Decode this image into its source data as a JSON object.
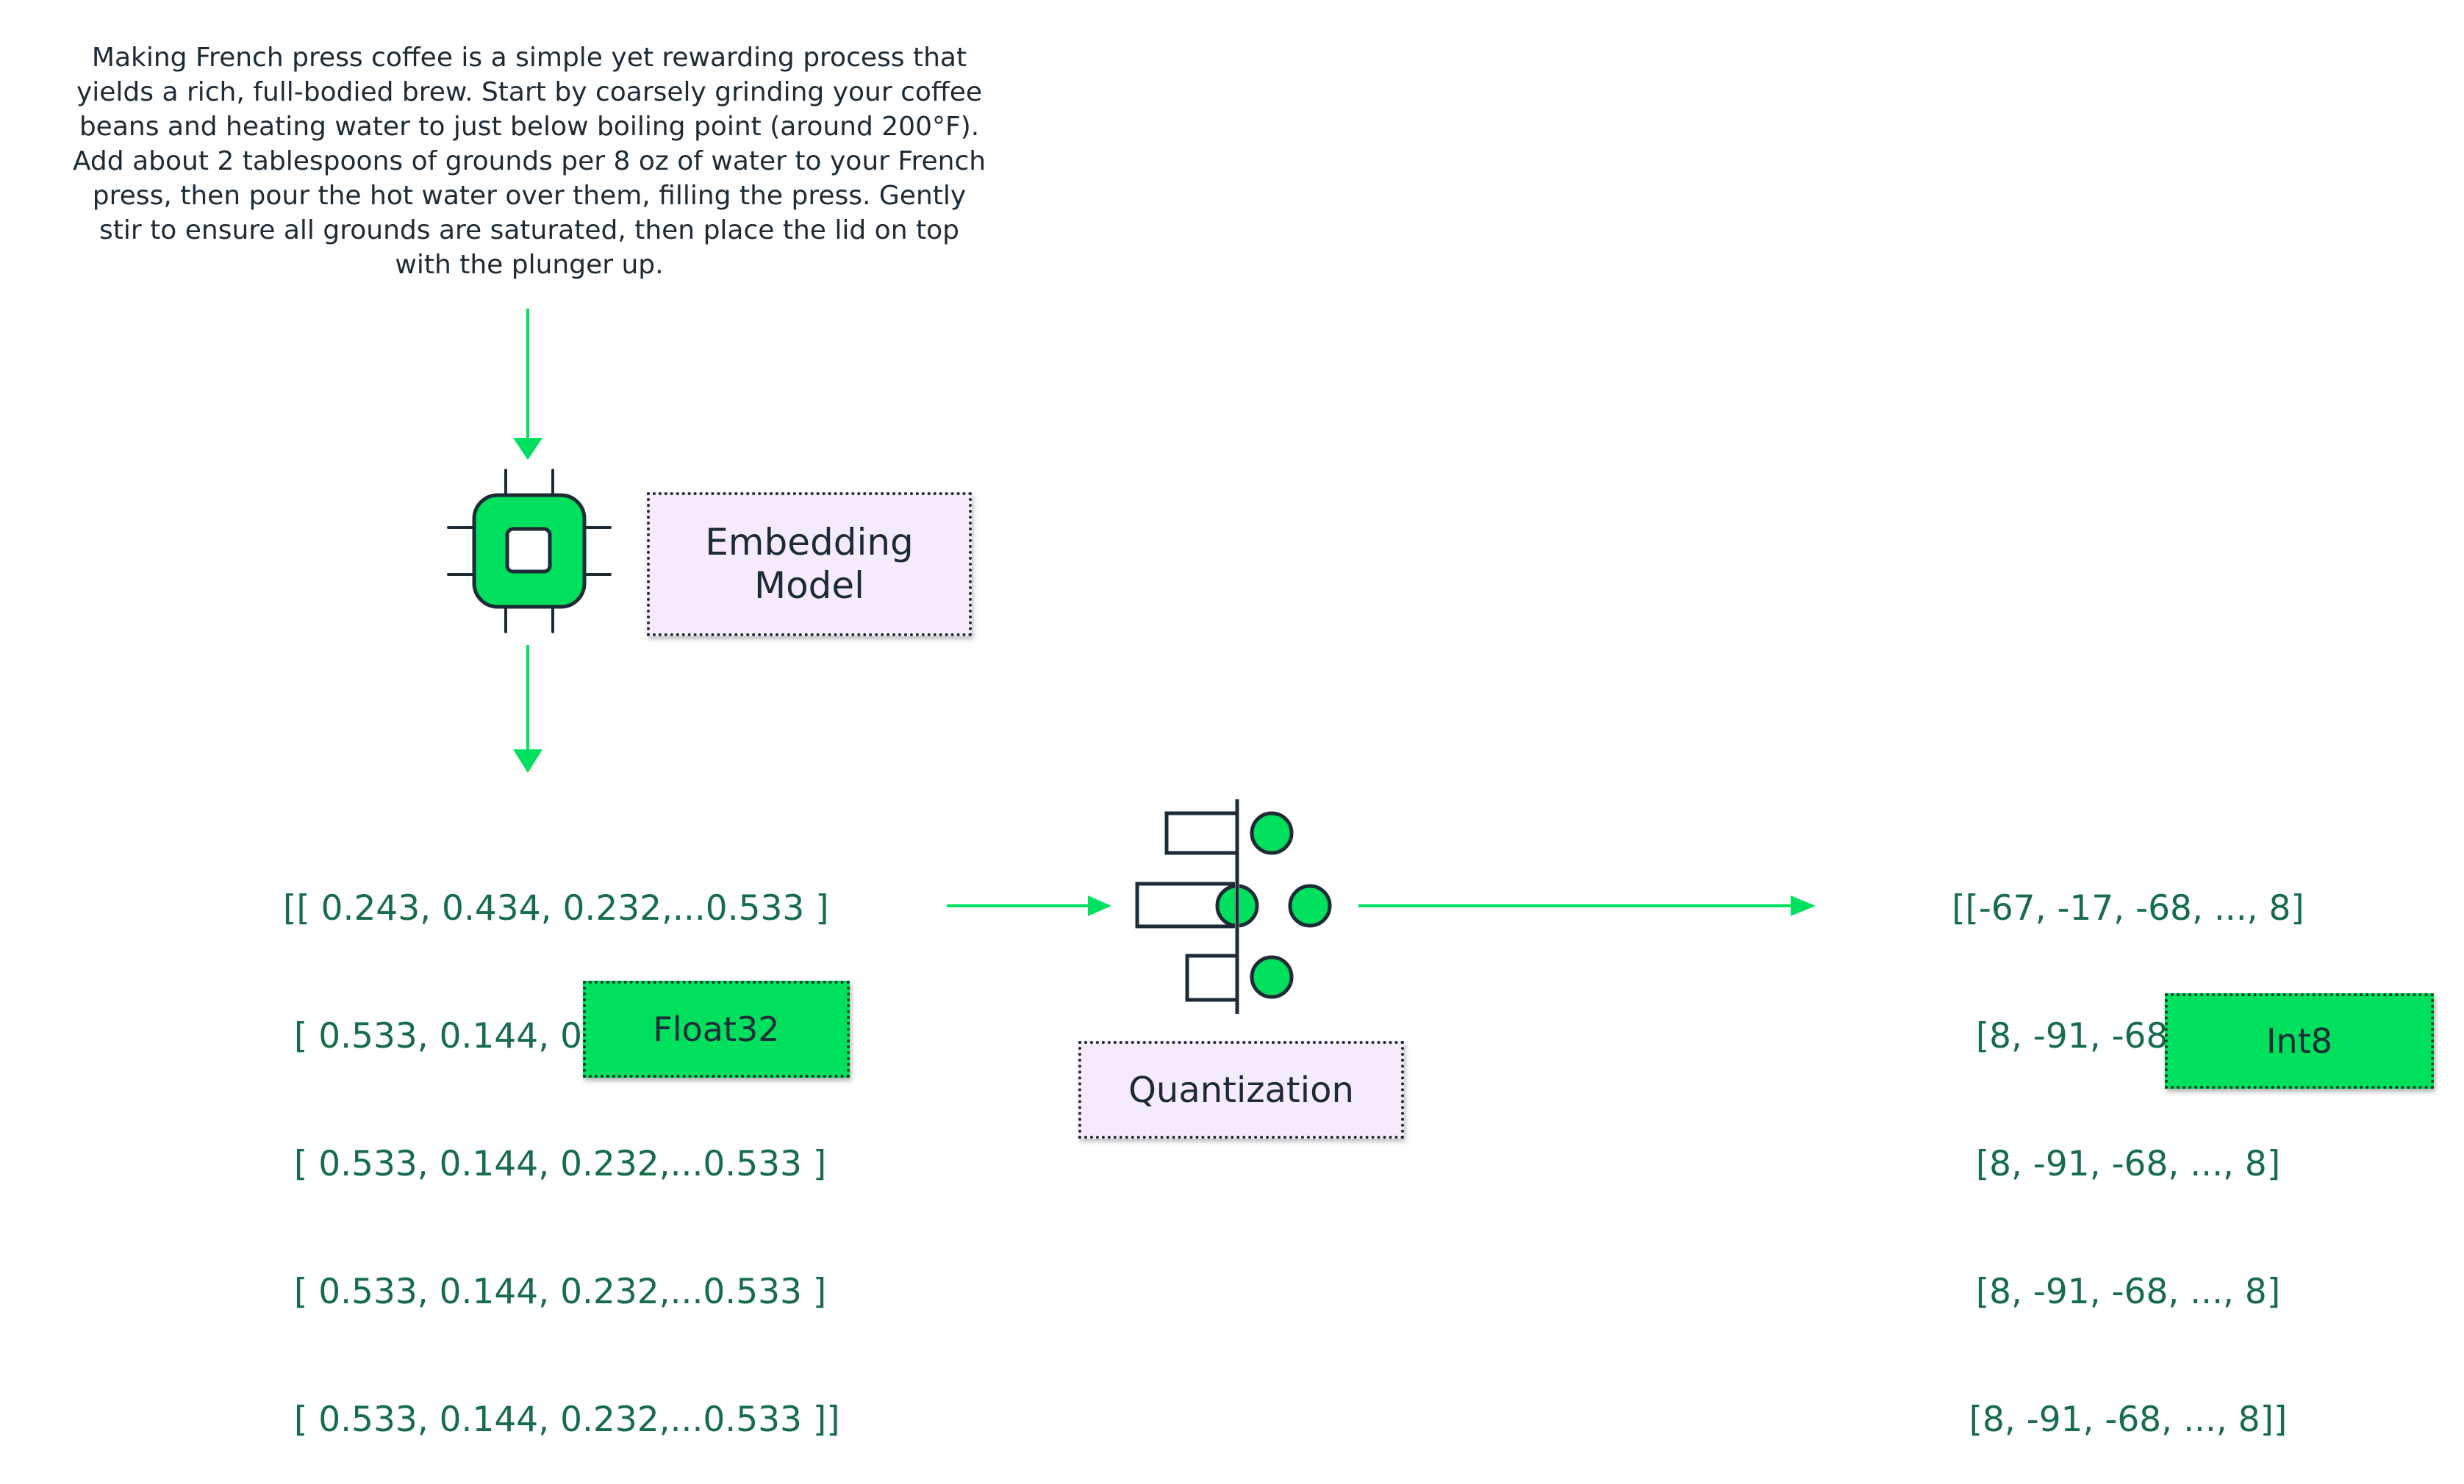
{
  "intro_text": "Making French press coffee is a simple yet rewarding process that yields a rich, full-bodied brew. Start by coarsely grinding your coffee beans and heating water to just below boiling point (around 200°F). Add about 2 tablespoons of grounds per 8 oz of water to your French press, then pour the hot water over them, filling the press. Gently stir to ensure all grounds are saturated, then place the lid on top with the plunger up.",
  "embedding_model": {
    "label": "Embedding Model"
  },
  "float_matrix": {
    "rows": [
      "[[ 0.243, 0.434, 0.232,...0.533 ]",
      " [ 0.533, 0.144, 0.232,...0.533 ]",
      " [ 0.533, 0.144, 0.232,...0.533 ]",
      " [ 0.533, 0.144, 0.232,...0.533 ]",
      " [ 0.533, 0.144, 0.232,...0.533 ]]"
    ],
    "badge": "Float32"
  },
  "quantization": {
    "label": "Quantization"
  },
  "int_matrix": {
    "rows": [
      "[[-67, -17, -68, ..., 8]",
      "[8, -91, -68, ..., 8]",
      "[8, -91, -68, ..., 8]",
      "[8, -91, -68, ..., 8]",
      "[8, -91, -68, ..., 8]]"
    ],
    "badge": "Int8"
  },
  "colors": {
    "accent_green": "#00e05f",
    "matrix_text": "#176c4a",
    "dark": "#1c2b36",
    "label_bg": "#f6ebfb"
  },
  "icons": {
    "chip": "chip-icon",
    "quantization": "quantization-icon"
  }
}
